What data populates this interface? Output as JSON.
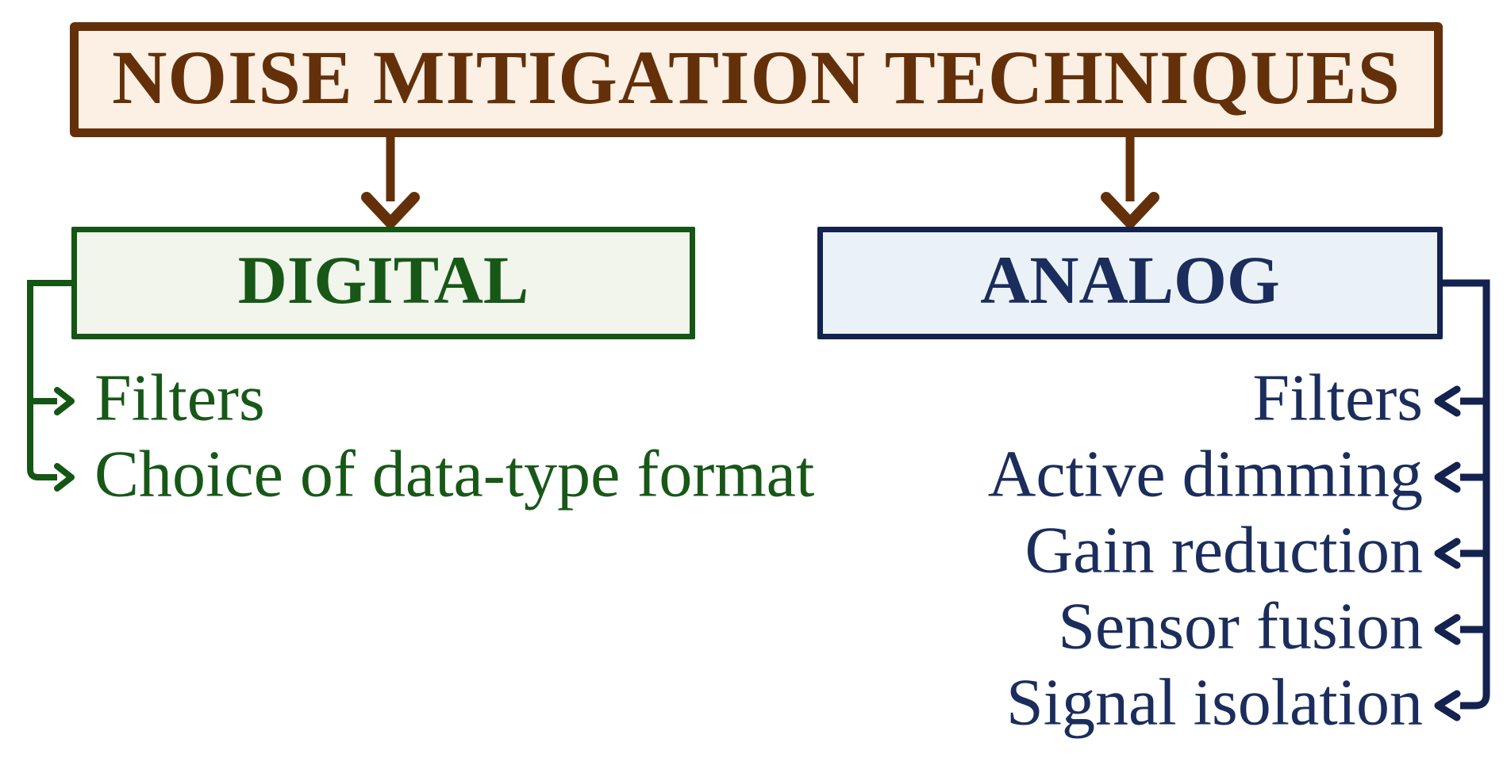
{
  "title": {
    "label": "NOISE MITIGATION TECHNIQUES"
  },
  "branches": {
    "digital": {
      "label": "DIGITAL",
      "items": [
        "Filters",
        "Choice of data-type format"
      ]
    },
    "analog": {
      "label": "ANALOG",
      "items": [
        "Filters",
        "Active dimming",
        "Gain reduction",
        "Sensor fusion",
        "Signal isolation"
      ]
    }
  },
  "colors": {
    "brown": "#64300A",
    "cream_bg": "#FCF0E4",
    "green": "#175817",
    "green_border": "#145614",
    "green_bg": "#F1F5EC",
    "navy_text": "#1B2D5C",
    "navy_border": "#13224F",
    "blue_bg": "#EAF2F8"
  }
}
